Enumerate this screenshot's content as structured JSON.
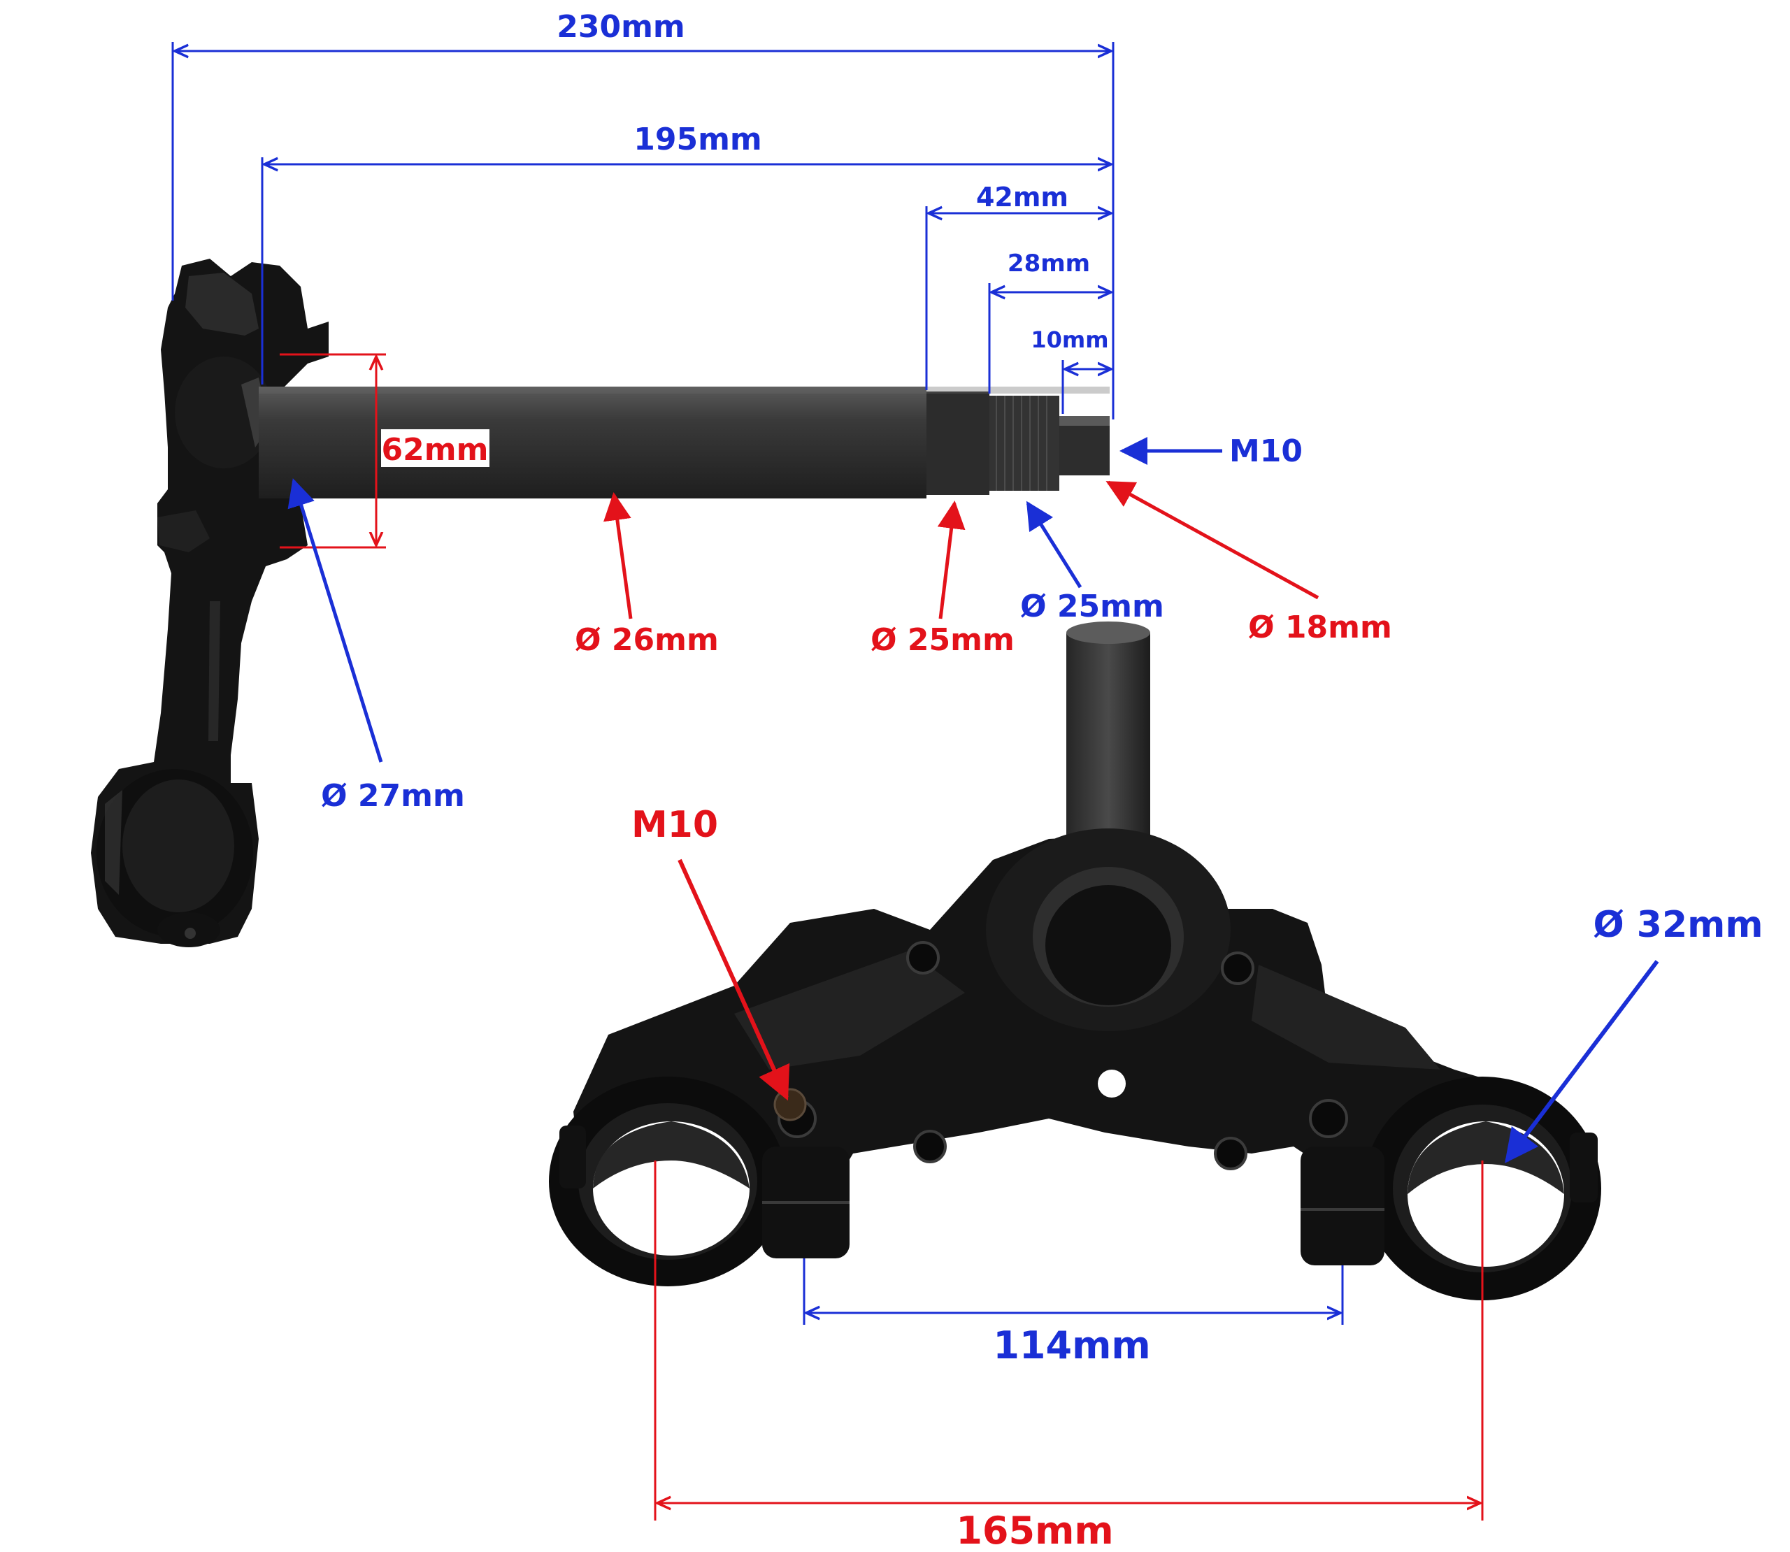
{
  "colors": {
    "blue": "#1a2fd6",
    "red": "#e3121a",
    "part": "#141414",
    "part_highlight": "#4a4a4a",
    "shaft": "#3a3a3a",
    "shaft_dark": "#262626"
  },
  "labels": {
    "d230": "230mm",
    "d195": "195mm",
    "d42": "42mm",
    "d28": "28mm",
    "d10": "10mm",
    "m10_top": "M10",
    "d62": "62mm",
    "dia26": "Ø 26mm",
    "dia25_red": "Ø 25mm",
    "dia25_blue": "Ø 25mm",
    "dia18": "Ø 18mm",
    "dia27": "Ø 27mm",
    "m10_bottom": "M10",
    "dia32": "Ø 32mm",
    "d114": "114mm",
    "d165": "165mm"
  },
  "icons": {
    "side_view": "steering-stem-side-view",
    "top_view": "triple-clamp-top-view"
  }
}
